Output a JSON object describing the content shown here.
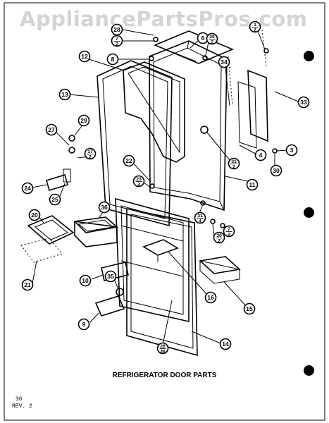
{
  "watermark": "AppliancePartsPros.com",
  "caption": "REFRIGERATOR DOOR PARTS",
  "page_number": "36",
  "revision": "REV. 2",
  "callouts": [
    {
      "id": "c28",
      "text": "28"
    },
    {
      "id": "c7a",
      "top": "7",
      "bottom": "2"
    },
    {
      "id": "c8",
      "text": "8"
    },
    {
      "id": "c6",
      "text": "6"
    },
    {
      "id": "c30a",
      "top": "30",
      "bottom": "2"
    },
    {
      "id": "c1",
      "top": "1",
      "bottom": "2"
    },
    {
      "id": "c12",
      "text": "12"
    },
    {
      "id": "c34",
      "text": "34"
    },
    {
      "id": "c13",
      "text": "13"
    },
    {
      "id": "c33",
      "text": "33"
    },
    {
      "id": "c29",
      "text": "29"
    },
    {
      "id": "c27",
      "text": "27"
    },
    {
      "id": "c17",
      "top": "17",
      "bottom": "2"
    },
    {
      "id": "c22",
      "text": "22"
    },
    {
      "id": "c31a",
      "top": "31",
      "bottom": "2"
    },
    {
      "id": "c4",
      "text": "4"
    },
    {
      "id": "c3",
      "text": "3"
    },
    {
      "id": "c30",
      "text": "30"
    },
    {
      "id": "c23",
      "top": "23",
      "bottom": "2"
    },
    {
      "id": "c24",
      "text": "24"
    },
    {
      "id": "c11",
      "text": "11"
    },
    {
      "id": "c25",
      "text": "25"
    },
    {
      "id": "c31b",
      "top": "31",
      "bottom": "4"
    },
    {
      "id": "c7b",
      "top": "7",
      "bottom": "2"
    },
    {
      "id": "c30b",
      "top": "30",
      "bottom": "2"
    },
    {
      "id": "c20",
      "text": "20"
    },
    {
      "id": "c36",
      "text": "36"
    },
    {
      "id": "c21",
      "text": "21"
    },
    {
      "id": "c10",
      "text": "10"
    },
    {
      "id": "c35",
      "text": "35"
    },
    {
      "id": "c16",
      "text": "16"
    },
    {
      "id": "c15",
      "text": "15"
    },
    {
      "id": "c9",
      "text": "9"
    },
    {
      "id": "c14",
      "text": "14"
    },
    {
      "id": "c26",
      "top": "26",
      "bottom": "36"
    }
  ]
}
